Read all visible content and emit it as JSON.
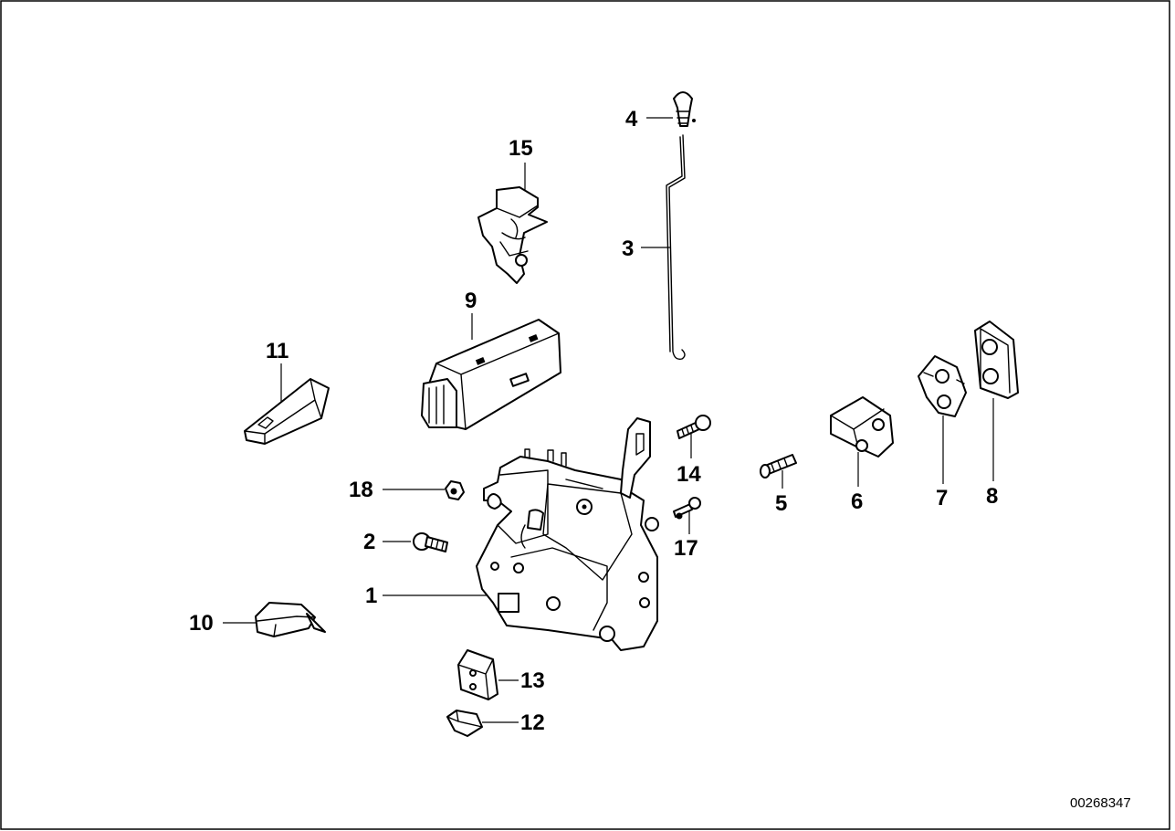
{
  "callouts": {
    "c1": "1",
    "c2": "2",
    "c3": "3",
    "c4": "4",
    "c5": "5",
    "c6": "6",
    "c7": "7",
    "c8": "8",
    "c9": "9",
    "c10": "10",
    "c11": "11",
    "c12": "12",
    "c13": "13",
    "c14": "14",
    "c15": "15",
    "c17": "17",
    "c18": "18"
  },
  "document_number": "00268347"
}
